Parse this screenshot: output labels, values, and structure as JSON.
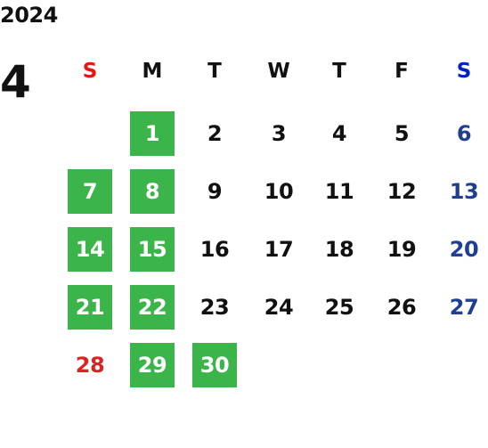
{
  "year": "2024",
  "month": "4",
  "colors": {
    "text": "#111111",
    "sunday_header": "#ee1111",
    "saturday_header": "#0022cc",
    "sunday_date": "#dd2222",
    "saturday_date": "#1f3f91",
    "highlight_bg": "#3bb54a",
    "highlight_text": "#ffffff"
  },
  "weekdays": [
    "S",
    "M",
    "T",
    "W",
    "T",
    "F",
    "S"
  ],
  "weeks": [
    [
      null,
      1,
      2,
      3,
      4,
      5,
      6
    ],
    [
      7,
      8,
      9,
      10,
      11,
      12,
      13
    ],
    [
      14,
      15,
      16,
      17,
      18,
      19,
      20
    ],
    [
      21,
      22,
      23,
      24,
      25,
      26,
      27
    ],
    [
      28,
      29,
      30,
      null,
      null,
      null,
      null
    ]
  ],
  "highlighted_days": [
    1,
    7,
    8,
    14,
    15,
    21,
    22,
    29,
    30
  ]
}
